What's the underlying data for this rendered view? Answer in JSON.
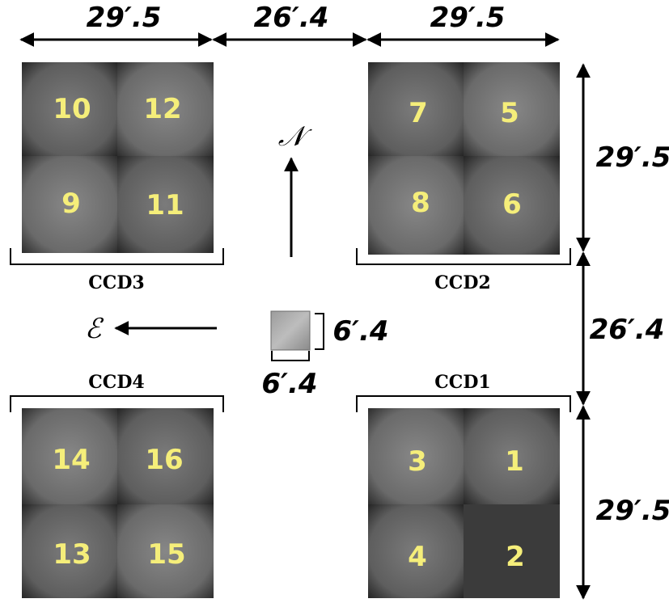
{
  "dimensions": {
    "top_left_width": "29′.5",
    "top_gap_width": "26′.4",
    "top_right_width": "29′.5",
    "right_upper_height": "29′.5",
    "right_gap_height": "26′.4",
    "right_lower_height": "29′.5",
    "center_height": "6′.4",
    "center_width": "6′.4"
  },
  "directions": {
    "north": "𝒩",
    "east": "ℰ"
  },
  "ccds": [
    {
      "label": "CCD3",
      "amplifiers": [
        "10",
        "12",
        "9",
        "11"
      ]
    },
    {
      "label": "CCD2",
      "amplifiers": [
        "7",
        "5",
        "8",
        "6"
      ]
    },
    {
      "label": "CCD4",
      "amplifiers": [
        "14",
        "16",
        "13",
        "15"
      ]
    },
    {
      "label": "CCD1",
      "amplifiers": [
        "3",
        "1",
        "4",
        "2"
      ]
    }
  ],
  "colors": {
    "amplifier_label": "#f5ee7a",
    "ccd_dark": "#3a3a3a",
    "ccd_light": "#7a7a7a"
  }
}
